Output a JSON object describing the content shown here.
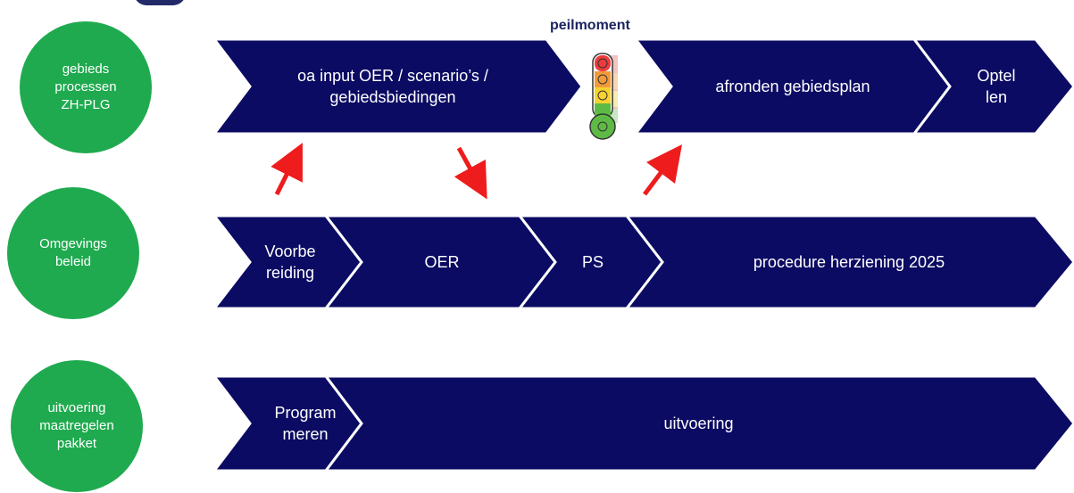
{
  "colors": {
    "circle_fill": "#1faa4f",
    "chevron_fill": "#0b0b63",
    "arrow": "#ee1c1c",
    "peil_text": "#1c2460"
  },
  "rows": [
    {
      "label": "gebieds\nprocessen\nZH-PLG",
      "chevrons": [
        "oa input OER / scenario’s /\ngebiedsbiedingen",
        "afronden gebiedsplan",
        "Optel\nlen"
      ]
    },
    {
      "label": "Omgevings\nbeleid",
      "chevrons": [
        "Voorbe\nreiding",
        "OER",
        "PS",
        "procedure herziening 2025"
      ]
    },
    {
      "label": "uitvoering\nmaatregelen\npakket",
      "chevrons": [
        "Program\nmeren",
        "uitvoering"
      ]
    }
  ],
  "peilmoment": {
    "label": "peilmoment",
    "icon": "traffic-light-thermometer-icon",
    "levels": [
      "red",
      "orange",
      "yellow",
      "green"
    ]
  },
  "arrows": [
    "up-right",
    "down-right",
    "up-right"
  ]
}
